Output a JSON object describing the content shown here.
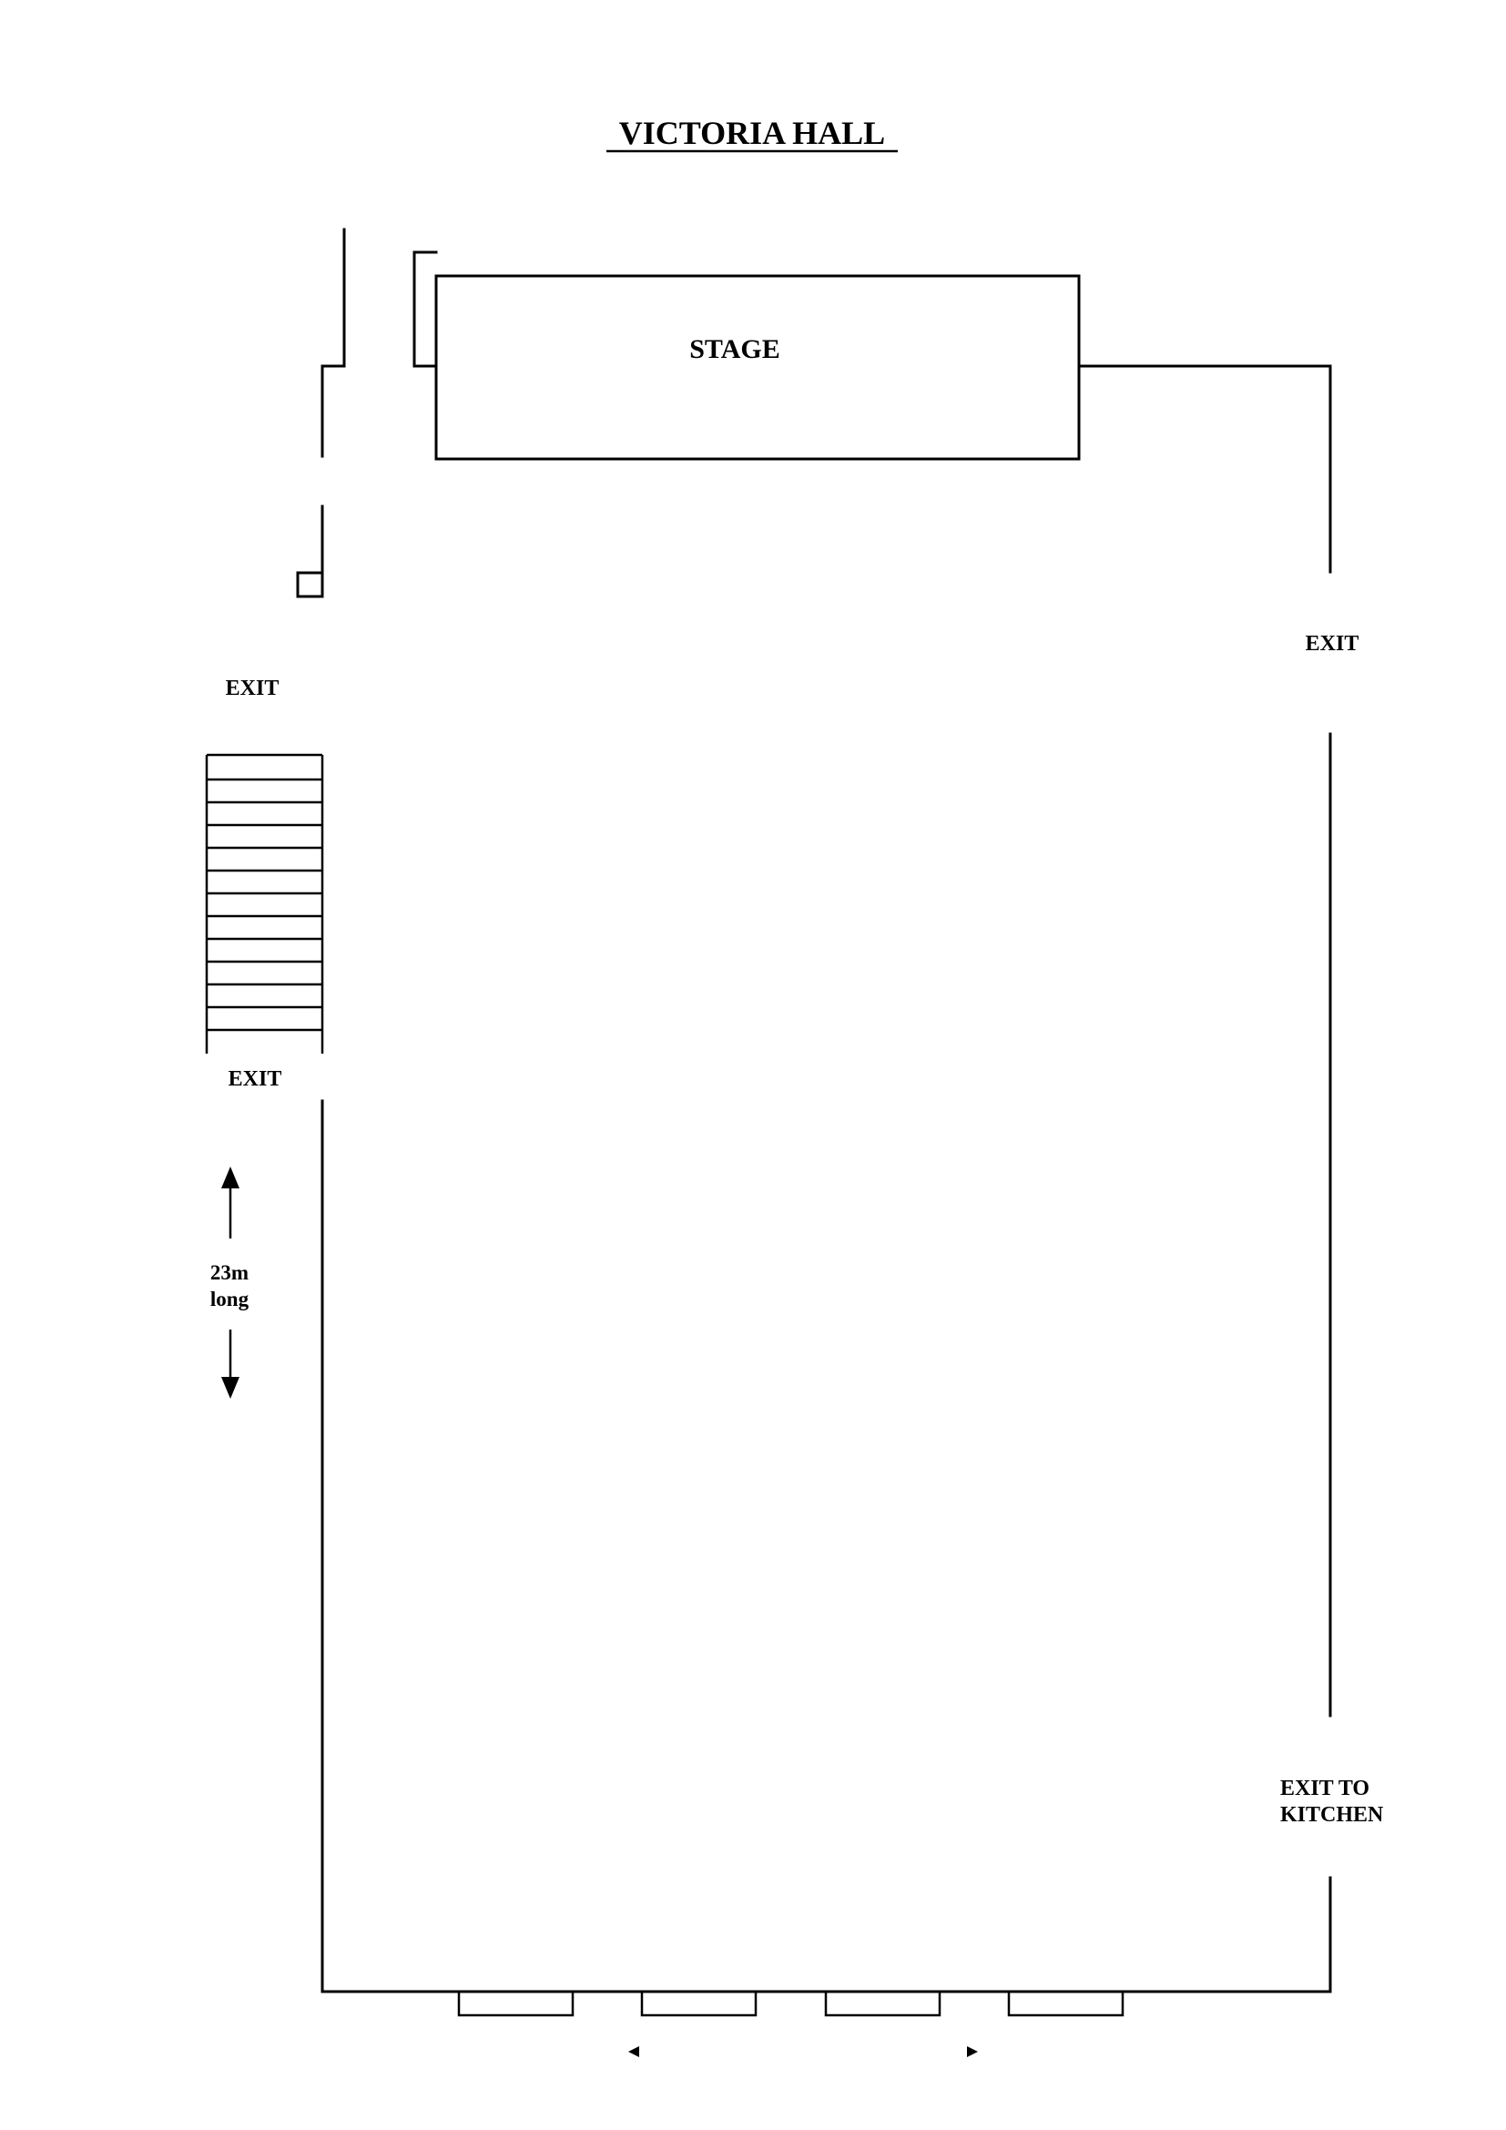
{
  "page": {
    "title": "VICTORIA HALL"
  },
  "floorplan": {
    "stage_label": "STAGE",
    "exit_right_upper": "EXIT",
    "exit_left_upper": "EXIT",
    "exit_left_lower": "EXIT",
    "exit_kitchen_line1": "EXIT TO",
    "exit_kitchen_line2": "KITCHEN",
    "dimension_line1": "23m",
    "dimension_line2": "long"
  }
}
